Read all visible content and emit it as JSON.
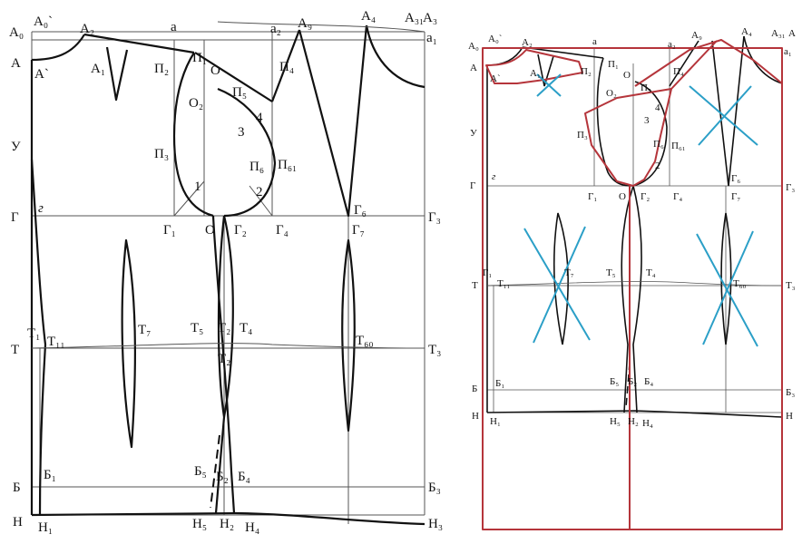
{
  "colors": {
    "thin_line": "#555555",
    "bold_line": "#111111",
    "modified_outline": "#b5353b",
    "cross_marks": "#2b9fc7",
    "background": "#ffffff"
  },
  "left_draft": {
    "labels": {
      "A0": "A₀",
      "A0p": "A₀`",
      "A2": "A₂",
      "a": "a",
      "a2": "a₂",
      "A9": "A₉",
      "A4": "A₄",
      "A31": "A₃₁",
      "A3": "A₃",
      "a1": "a₁",
      "A": "A",
      "Ap": "A`",
      "A1": "A₁",
      "P2": "П₂",
      "P1": "П₁",
      "O": "O",
      "P4": "П₄",
      "O2": "O₂",
      "P5": "П₅",
      "n4": "4",
      "n3": "3",
      "Y": "У",
      "P3": "П₃",
      "P6": "П₆",
      "P61": "П₆₁",
      "n1": "1",
      "n2": "2",
      "G": "Г",
      "g": "г",
      "G1": "Г₁",
      "O_b": "O",
      "G2": "Г₂",
      "G4": "Г₄",
      "G6": "Г₆",
      "G7": "Г₇",
      "G3": "Г₃",
      "T": "T",
      "T1": "T₁",
      "T11": "T₁₁",
      "T7": "T₇",
      "T5": "T₅",
      "T2a": "T₂",
      "T4": "T₄",
      "T2b": "T₂",
      "T60": "T₆₀",
      "T3": "T₃",
      "B": "Б",
      "B1": "Б₁",
      "B5": "Б₅",
      "B2": "Б₂",
      "B4": "Б₄",
      "B3": "Б₃",
      "H": "H",
      "H1": "H₁",
      "H5": "H₅",
      "H2": "H₂",
      "H4": "H₄",
      "H3": "H₃"
    }
  },
  "right_draft": {
    "labels": {
      "A0": "A₀",
      "A0p": "A₀`",
      "A2": "A₂",
      "a": "a",
      "a2": "a₂",
      "A9": "A₉",
      "A4": "A₄",
      "A31": "A₃₁",
      "A3": "A",
      "a1": "a₁",
      "A": "A",
      "Ap": "A`",
      "A1": "A₁",
      "P2": "П₂",
      "P1": "П₁",
      "O": "O",
      "P4": "П₄",
      "O2": "O₂",
      "P5": "П₅",
      "n4": "4",
      "n3": "3",
      "Y": "У",
      "P3": "П₃",
      "P6": "П₆",
      "P61": "П₆₁",
      "n2": "2",
      "G": "Г",
      "g": "г",
      "G1": "Г₁",
      "O_b": "O",
      "G2": "Г₂",
      "G4": "Г₄",
      "G6": "Г₆",
      "G7": "Г₇",
      "G3": "Г₃",
      "T": "T",
      "T1": "Г₁",
      "T11": "T₁₁",
      "T7": "T₇",
      "T5": "T₅",
      "T4": "T₄",
      "T60": "T₆₀",
      "T3": "T₃",
      "B": "Б",
      "B1": "Б₁",
      "B5": "Б₅",
      "B2": "Б₂",
      "B4": "Б₄",
      "B3": "Б₃",
      "H": "H",
      "H1": "H₁",
      "H5": "H₅",
      "H2": "H₂",
      "H4": "H₄",
      "H3": "H"
    }
  }
}
